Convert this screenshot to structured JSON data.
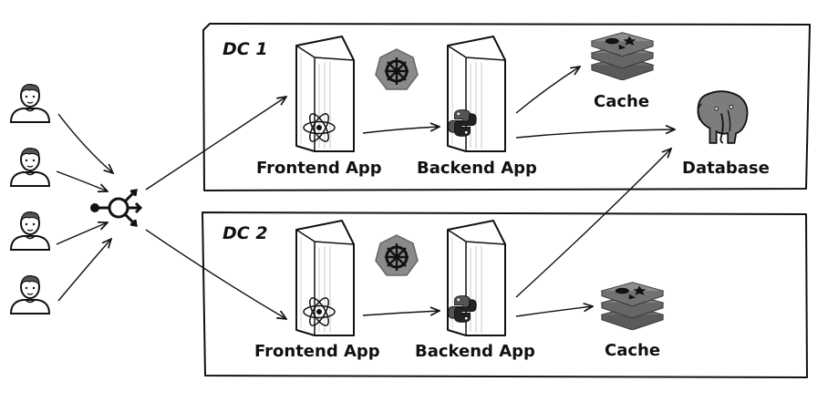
{
  "dc1": {
    "title": "DC 1",
    "frontend_label": "Frontend App",
    "backend_label": "Backend App",
    "cache_label": "Cache",
    "database_label": "Database"
  },
  "dc2": {
    "title": "DC 2",
    "frontend_label": "Frontend App",
    "backend_label": "Backend App",
    "cache_label": "Cache"
  },
  "icons": {
    "user": "user-avatar-icon",
    "load_balancer": "load-balancer-icon",
    "server": "server-tower-icon",
    "react": "react-logo-icon",
    "python": "python-logo-icon",
    "kubernetes": "kubernetes-logo-icon",
    "redis": "redis-cache-icon",
    "postgres": "postgresql-elephant-icon"
  },
  "colors": {
    "ink": "#111111",
    "kubernetes_badge": "#8a8a8a",
    "redis_stack": "#7a7a7a",
    "elephant": "#7d7d7d"
  }
}
